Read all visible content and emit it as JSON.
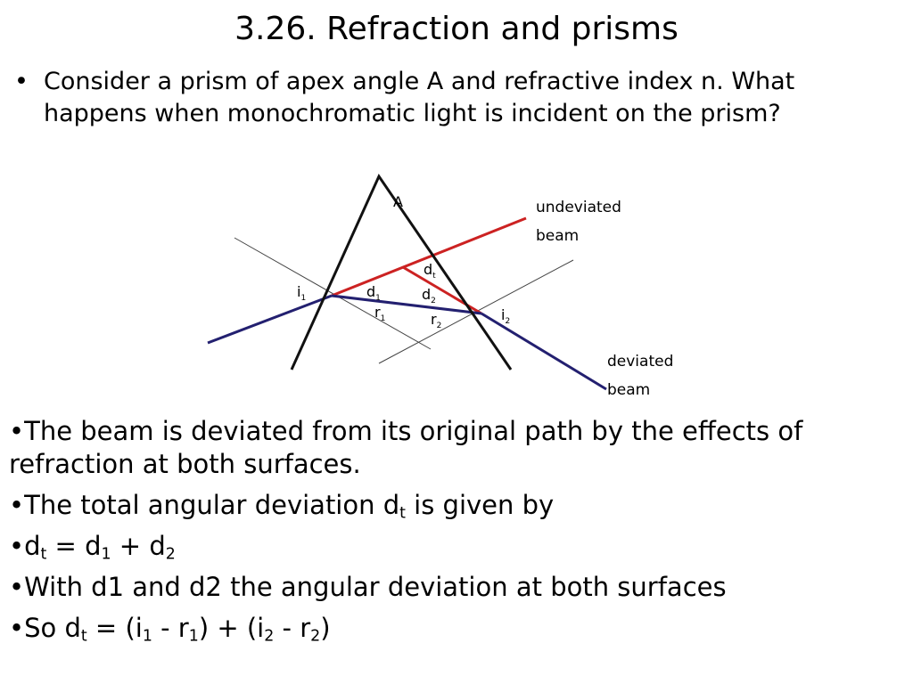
{
  "slide": {
    "title": "3.26. Refraction and prisms",
    "intro_bullet": "•",
    "intro": "Consider a prism of apex angle A and refractive index n. What happens when monochromatic light is incident on the prism?"
  },
  "diagram": {
    "apex_label": "A",
    "undeviated_label_line1": "undeviated",
    "undeviated_label_line2": "beam",
    "deviated_label_line1": "deviated",
    "deviated_label_line2": "beam",
    "i1": "i",
    "i1_sub": "1",
    "r1": "r",
    "r1_sub": "1",
    "d1": "d",
    "d1_sub": "1",
    "dt": "d",
    "dt_sub": "t",
    "d2": "d",
    "d2_sub": "2",
    "r2": "r",
    "r2_sub": "2",
    "i2": "i",
    "i2_sub": "2",
    "colors": {
      "undeviated": "#cc2222",
      "beam": "#232070",
      "prism": "#111111",
      "normal": "#444444"
    }
  },
  "bullets": {
    "b1": "•The beam is deviated from its original path by the effects of refraction at both surfaces.",
    "b2_pre": "•The total angular deviation d",
    "b2_sub": "t",
    "b2_post": " is given by",
    "b3_pre": "•d",
    "b3_sub_t": "t",
    "b3_eq": " = d",
    "b3_sub_1": "1",
    "b3_plus": " + d",
    "b3_sub_2": "2",
    "b4": "•With d1 and d2 the angular deviation at both surfaces",
    "b5_pre": "•So d",
    "b5_sub_t": "t",
    "b5_a": " = (i",
    "b5_sub_i1": "1",
    "b5_b": " - r",
    "b5_sub_r1": "1",
    "b5_c": ") + (i",
    "b5_sub_i2": "2",
    "b5_d": " - r",
    "b5_sub_r2": "2",
    "b5_e": ")"
  }
}
